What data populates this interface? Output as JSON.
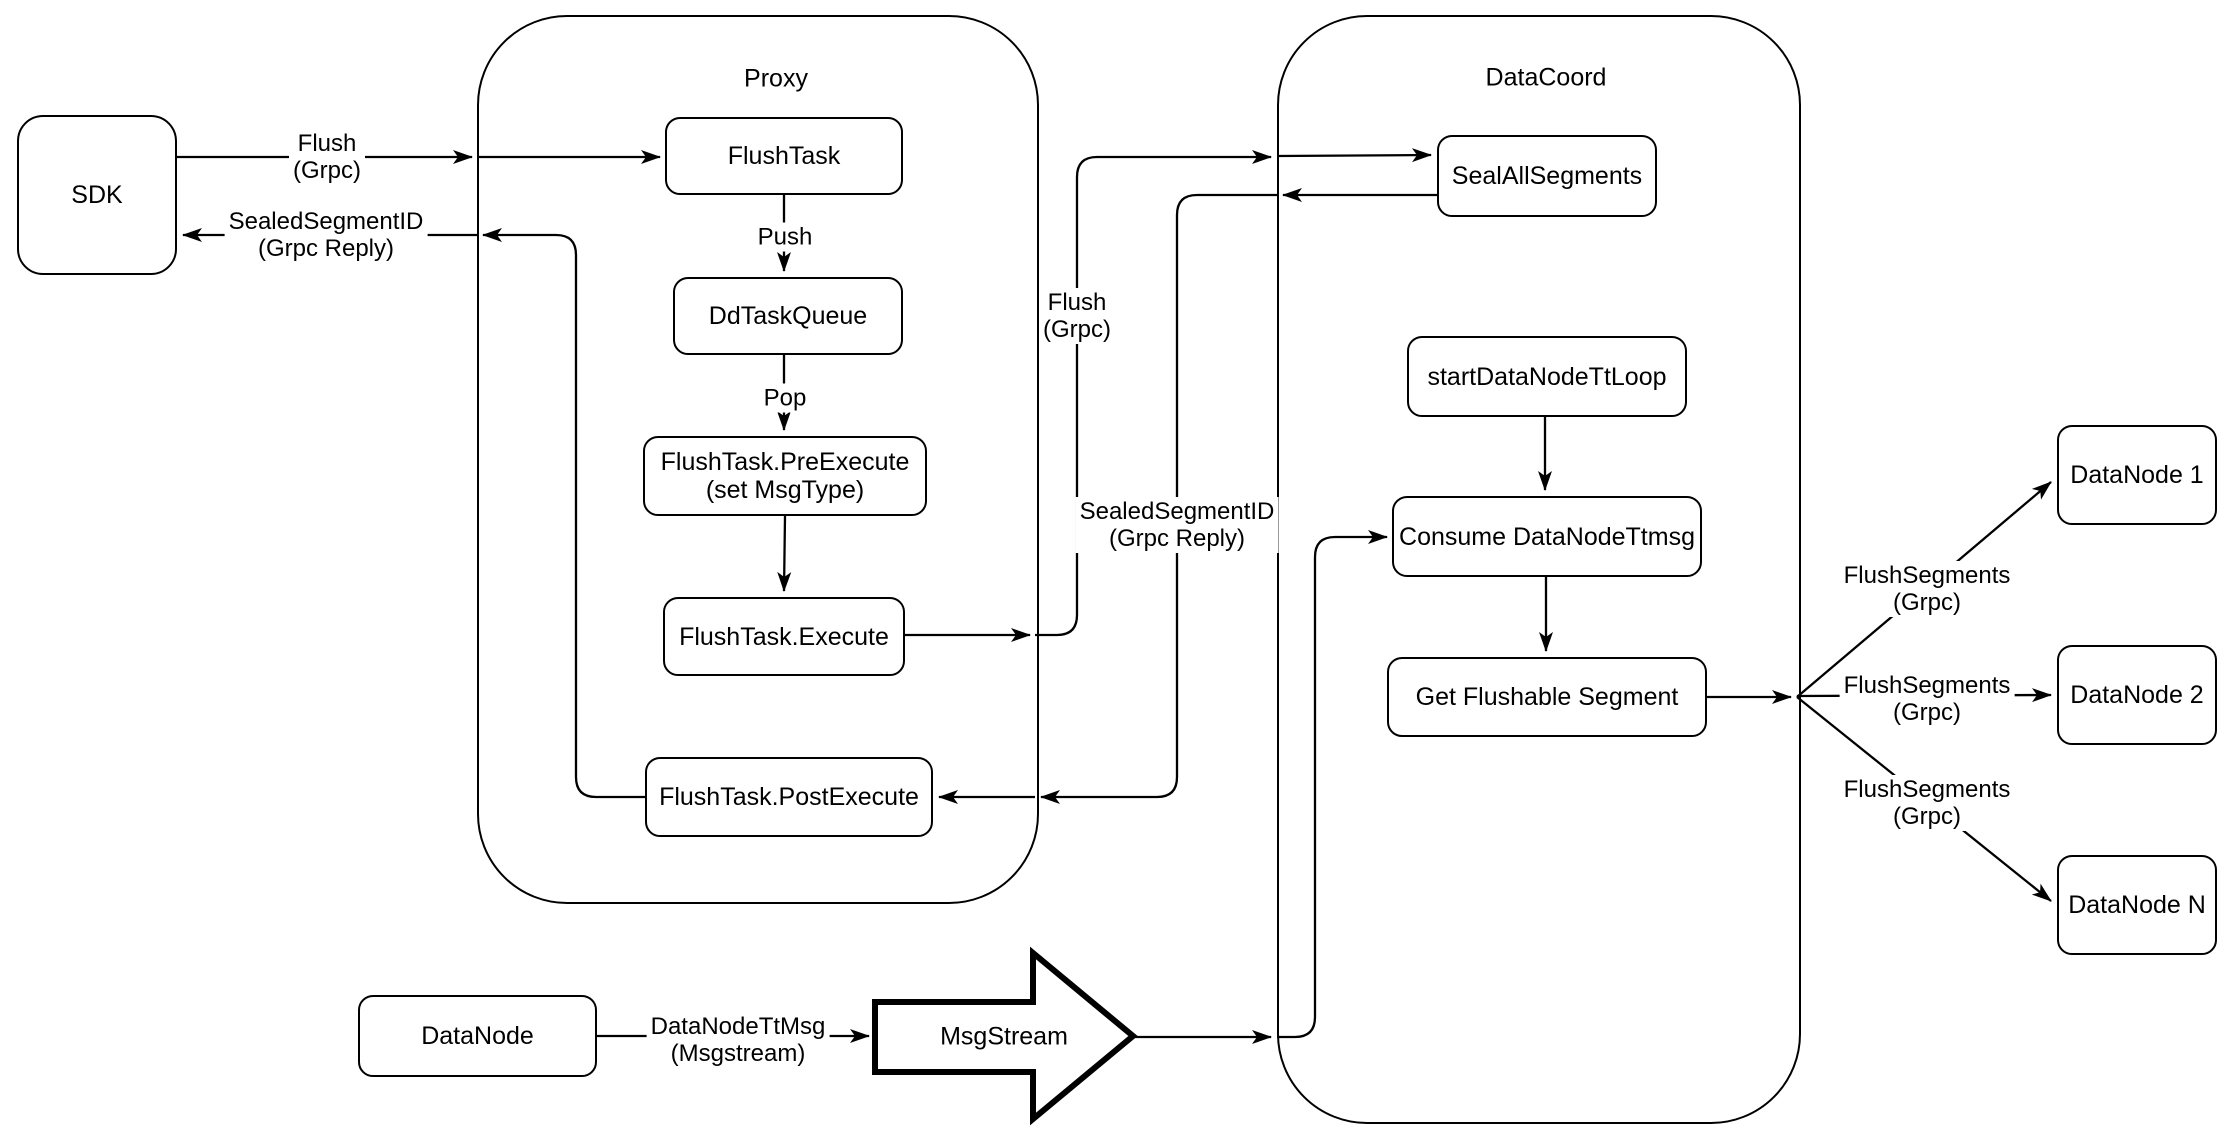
{
  "colors": {
    "background": "#ffffff",
    "stroke": "#000000",
    "box_fill": "#ffffff",
    "text": "#000000"
  },
  "containers": {
    "proxy": {
      "label": "Proxy"
    },
    "datacoord": {
      "label": "DataCoord"
    }
  },
  "nodes": {
    "sdk": {
      "label": "SDK"
    },
    "flush_task": {
      "label": "FlushTask"
    },
    "dd_task_queue": {
      "label": "DdTaskQueue"
    },
    "pre_execute": {
      "line1": "FlushTask.PreExecute",
      "line2": "(set MsgType)"
    },
    "execute": {
      "label": "FlushTask.Execute"
    },
    "post_execute": {
      "label": "FlushTask.PostExecute"
    },
    "seal_all_segments": {
      "label": "SealAllSegments"
    },
    "start_data_node_tt_loop": {
      "label": "startDataNodeTtLoop"
    },
    "consume_data_node_ttmsg": {
      "label": "Consume DataNodeTtmsg"
    },
    "get_flushable_segment": {
      "label": "Get Flushable Segment"
    },
    "datanode_1": {
      "label": "DataNode 1"
    },
    "datanode_2": {
      "label": "DataNode 2"
    },
    "datanode_n": {
      "label": "DataNode N"
    },
    "datanode_source": {
      "label": "DataNode"
    },
    "msgstream": {
      "label": "MsgStream"
    }
  },
  "edge_labels": {
    "flush_sdk": {
      "line1": "Flush",
      "line2": "(Grpc)"
    },
    "sealed_segment_sdk": {
      "line1": "SealedSegmentID",
      "line2": "(Grpc Reply)"
    },
    "push": {
      "line1": "Push"
    },
    "pop": {
      "line1": "Pop"
    },
    "flush_mid": {
      "line1": "Flush",
      "line2": "(Grpc)"
    },
    "sealed_segment_mid": {
      "line1": "SealedSegmentID",
      "line2": "(Grpc Reply)"
    },
    "flush_segments_1": {
      "line1": "FlushSegments",
      "line2": "(Grpc)"
    },
    "flush_segments_2": {
      "line1": "FlushSegments",
      "line2": "(Grpc)"
    },
    "flush_segments_3": {
      "line1": "FlushSegments",
      "line2": "(Grpc)"
    },
    "datanode_tt_msg": {
      "line1": "DataNodeTtMsg",
      "line2": "(Msgstream)"
    }
  }
}
